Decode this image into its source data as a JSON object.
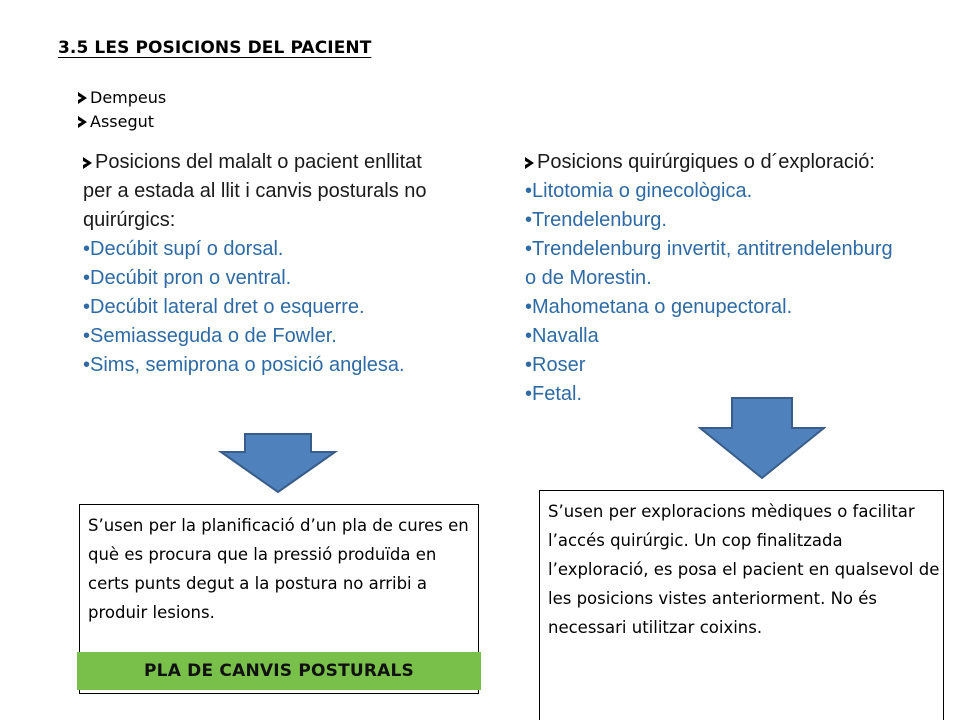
{
  "title": "3.5 LES POSICIONS DEL PACIENT",
  "top_bullets": [
    "Dempeus",
    "Assegut"
  ],
  "left_column": {
    "heading": "Posicions del malalt o pacient enllitat per a estada al llit i canvis posturals no quirúrgics:",
    "items": [
      "•Decúbit supí o dorsal.",
      "•Decúbit pron o ventral.",
      "•Decúbit lateral dret o esquerre.",
      "•Semiasseguda o de Fowler.",
      "•Sims, semiprona o posició anglesa."
    ]
  },
  "right_column": {
    "heading": "Posicions quirúrgiques o d´exploració:",
    "items": [
      "•Litotomia o ginecològica.",
      "•Trendelenburg.",
      "•Trendelenburg invertit, antitrendelenburg o de Morestin.",
      "•Mahometana o genupectoral.",
      "•Navalla",
      "•Roser",
      "•Fetal."
    ]
  },
  "left_box": {
    "text": "S’usen per la planificació d’un pla de cures en què es procura que la pressió produïda en certs punts degut a la postura no arribi a produir lesions."
  },
  "right_box": {
    "text": "S’usen per exploracions mèdiques o facilitar l’accés quirúrgic. Un cop finalitzada l’exploració, es posa el pacient en qualsevol de les posicions vistes anteriorment. No és necessari utilitzar coixins."
  },
  "green_label": "PLA DE CANVIS POSTURALS",
  "colors": {
    "bullet_text": "#2e6aa5",
    "arrow_fill": "#4f81bd",
    "arrow_stroke": "#385d8a",
    "label_bg": "#78c04a"
  }
}
